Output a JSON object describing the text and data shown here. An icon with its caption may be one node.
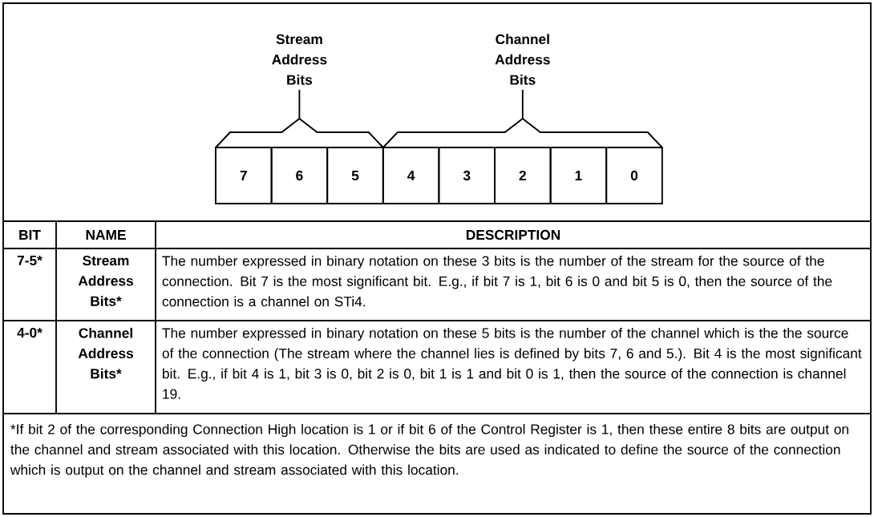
{
  "diagram": {
    "nodes": [
      {
        "text": [
          "7"
        ]
      },
      {
        "text": [
          "6"
        ]
      },
      {
        "text": [
          "5"
        ]
      },
      {
        "text": [
          "4"
        ]
      },
      {
        "text": [
          "3"
        ]
      },
      {
        "text": [
          "2"
        ]
      },
      {
        "text": [
          "1"
        ]
      },
      {
        "text": [
          "0"
        ]
      }
    ],
    "labels": [
      "Stream Address Bits",
      "Channel Address Bits",
      "BIT",
      "NAME",
      "DESCRIPTION",
      "7-5*",
      "Stream Address Bits*",
      "The number expressed in binary notation on these 3 bits is the number of the stream for the source of the connection. Bit 7 is the most significant bit. E.g., if bit 7 is 1, bit 6 is 0 and bit 5 is 0, then the source of the connection is a channel on STi4.",
      "4-0*",
      "Channel Address Bits*",
      "The number expressed in binary notation on these 5 bits is the number of the channel which is the the source of the connection (The stream where the channel lies is defined by bits 7, 6 and 5.). Bit 4 is the most significant bit. E.g., if bit 4 is 1, bit 3 is 0, bit 2 is 0, bit 1 is 1 and bit 0 is 1, then the source of the connection is channel 19.",
      "*If bit 2 of the corresponding Connection High location is 1 or if bit 6 of the Control Register is 1, then these entire 8 bits are output on the channel and stream associated with this location. Otherwise the bits are used as indicated to define the source of the connection which is output on the channel and stream associated with this location."
    ]
  }
}
